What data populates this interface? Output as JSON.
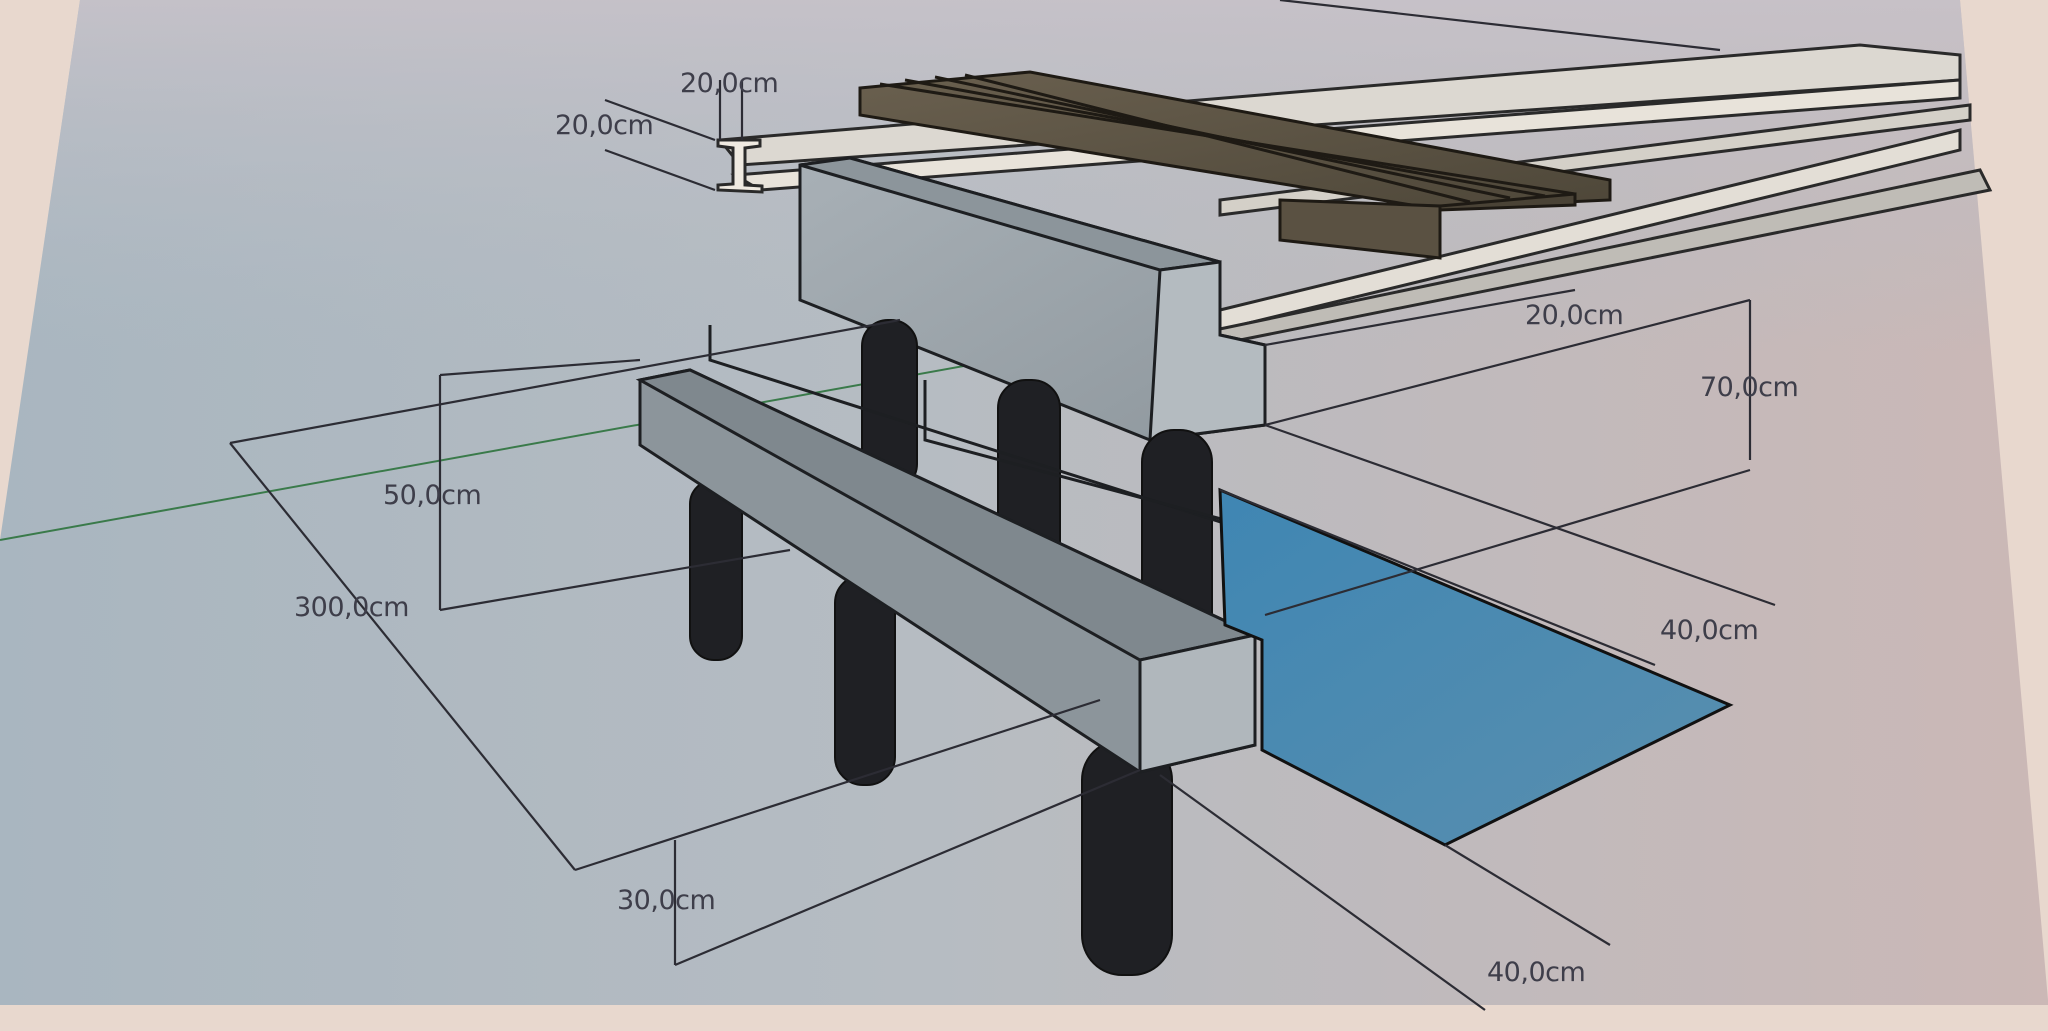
{
  "diagram": {
    "subject": "Isometric foundation detail: concrete piles, strip beams, steel I-beam joists and timber decking",
    "colors": {
      "page_left": "#aeb8c0",
      "page_right": "#c9b8b8",
      "surround": "#e9d8cd",
      "concrete_light": "#a9b1b6",
      "concrete_dark": "#7f878d",
      "pile": "#1f2024",
      "timber": "#5f5647",
      "water_membrane": "#4f87ac",
      "steel_beam": "#d9d5cf",
      "axis_green": "#3a7a4a",
      "dimension_line": "#2c2c34"
    },
    "components": [
      {
        "id": "timber-decking",
        "label": "Timber deck boards"
      },
      {
        "id": "steel-joists",
        "label": "Steel I-beam joists"
      },
      {
        "id": "upper-beam",
        "label": "Upper concrete beam (L-section)"
      },
      {
        "id": "lower-beam",
        "label": "Lower concrete beam"
      },
      {
        "id": "piles",
        "label": "Concrete piles"
      },
      {
        "id": "blue-slab",
        "label": "Blue membrane / slab"
      }
    ],
    "dimensions": {
      "joist_top_width": "20,0cm",
      "joist_height": "20,0cm",
      "upper_beam_step": "20,0cm",
      "upper_beam_height": "70,0cm",
      "upper_beam_depth": "40,0cm",
      "lower_beam_height": "50,0cm",
      "beam_length": "300,0cm",
      "lower_beam_width": "30,0cm",
      "slab_offset": "40,0cm"
    }
  }
}
